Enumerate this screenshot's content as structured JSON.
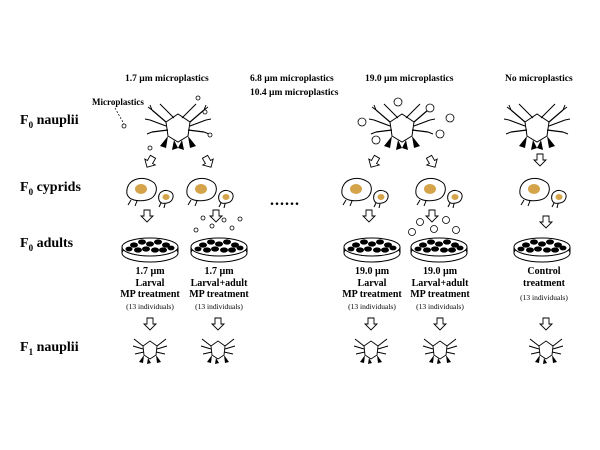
{
  "headers": {
    "col1": "1.7 µm microplastics",
    "col2a": "6.8 µm microplastics",
    "col2b": "10.4 µm microplastics",
    "col3": "19.0 µm microplastics",
    "col4": "No microplastics"
  },
  "microplastics_label": "Microplastics",
  "stages": {
    "nauplii": {
      "main": "F",
      "sub": "0",
      "rest": " nauplii"
    },
    "cyprids": {
      "main": "F",
      "sub": "0",
      "rest": " cyprids"
    },
    "adults": {
      "main": "F",
      "sub": "0",
      "rest": " adults"
    },
    "f1": {
      "main": "F",
      "sub": "1",
      "rest": " nauplii"
    }
  },
  "ellipsis": "......",
  "treatments": [
    {
      "line1": "1.7 µm",
      "line2": "Larval",
      "line3": "MP treatment",
      "note": "(13 individuals)"
    },
    {
      "line1": "1.7 µm",
      "line2": "Larval+adult",
      "line3": "MP treatment",
      "note": "(13 individuals)"
    },
    {
      "line1": "19.0 µm",
      "line2": "Larval",
      "line3": "MP treatment",
      "note": "(13 individuals)"
    },
    {
      "line1": "19.0 µm",
      "line2": "Larval+adult",
      "line3": "MP treatment",
      "note": "(13 individuals)"
    },
    {
      "line1": "Control",
      "line2": "treatment",
      "line3": "",
      "note": "(13 individuals)"
    }
  ],
  "colors": {
    "ink": "#000000",
    "larva_fill": "#d4a34a",
    "arrow": "#ffffff"
  }
}
